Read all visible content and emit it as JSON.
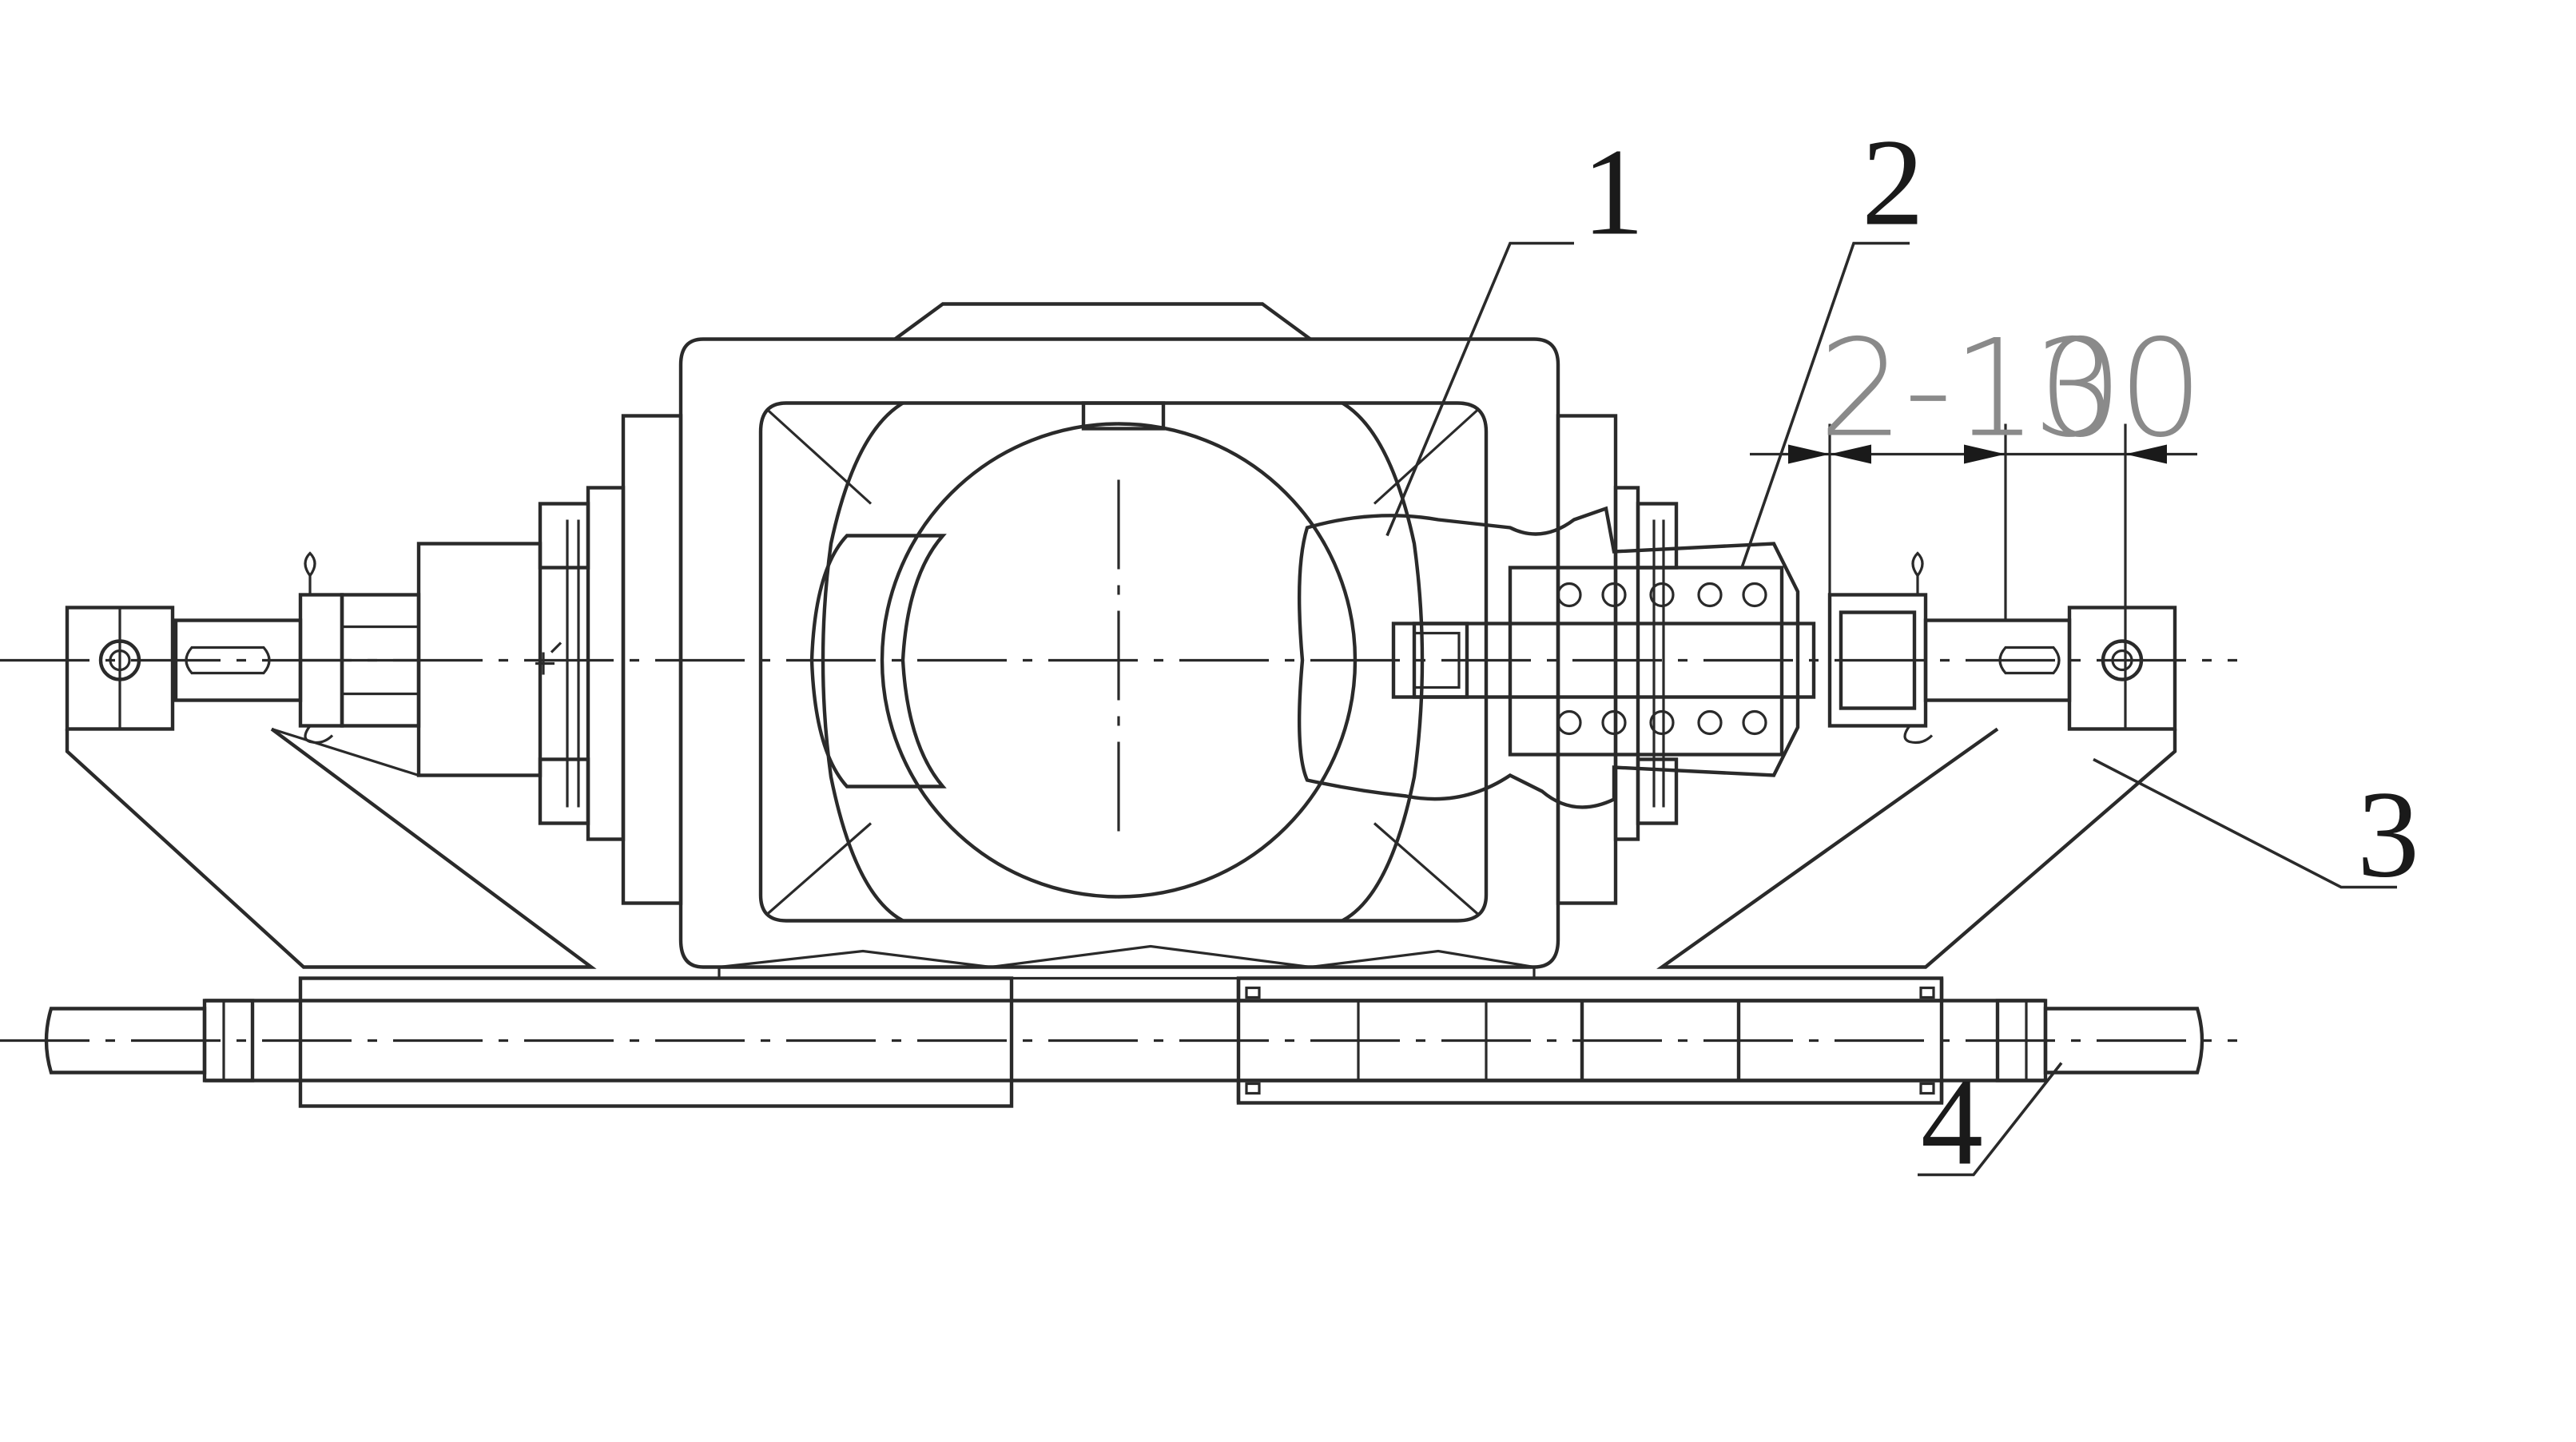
{
  "callouts": [
    {
      "id": "1",
      "label": "1"
    },
    {
      "id": "2",
      "label": "2"
    },
    {
      "id": "3",
      "label": "3"
    },
    {
      "id": "4",
      "label": "4"
    }
  ],
  "dimensions": {
    "a": "2-10",
    "b": "30"
  }
}
